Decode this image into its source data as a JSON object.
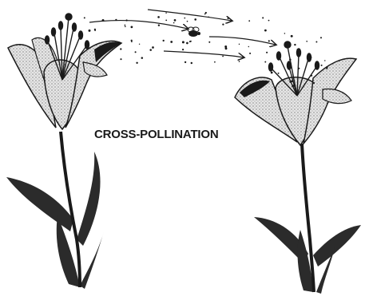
{
  "diagram": {
    "title": "CROSS-POLLINATION",
    "icons": [
      "lily-flower-icon",
      "bee-icon",
      "pollen-dots",
      "flight-arrows"
    ],
    "colors": {
      "ink": "#1a1a1a",
      "petal_fill": "#d9d9d9",
      "leaf_fill": "#2b2b2b",
      "background": "#ffffff"
    }
  }
}
